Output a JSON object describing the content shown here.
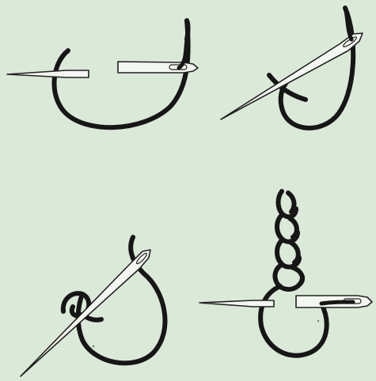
{
  "figure": {
    "background_color": "#dbe9d8",
    "ink_color": "#161616",
    "needle_color": "#f4f7f1",
    "panels": [
      {
        "name": "step-1",
        "icon": "needle-through-loop-icon"
      },
      {
        "name": "step-2",
        "icon": "needle-inside-loop-icon"
      },
      {
        "name": "step-3",
        "icon": "needle-catching-loop-icon"
      },
      {
        "name": "step-4",
        "icon": "chain-stitch-row-icon"
      }
    ]
  }
}
